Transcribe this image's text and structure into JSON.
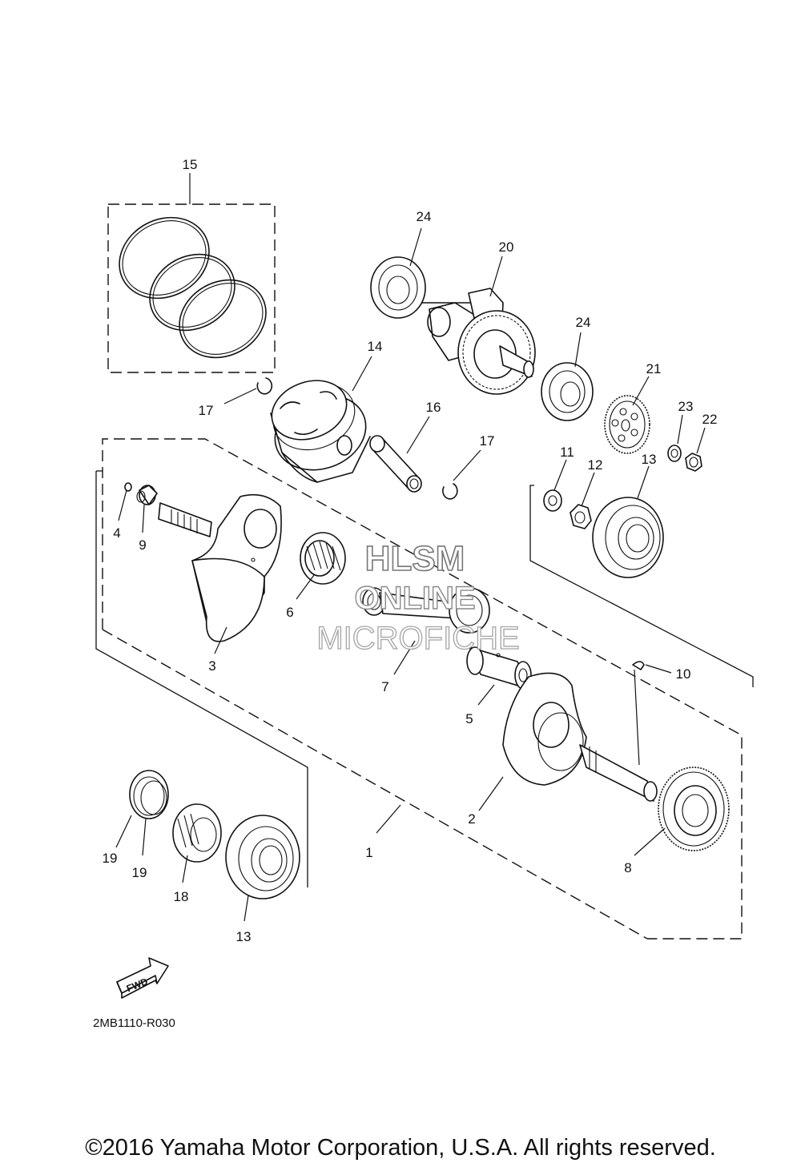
{
  "callouts": {
    "c1": "1",
    "c2": "2",
    "c3": "3",
    "c4": "4",
    "c5": "5",
    "c6": "6",
    "c7": "7",
    "c8": "8",
    "c9": "9",
    "c10": "10",
    "c11": "11",
    "c12": "12",
    "c13a": "13",
    "c13b": "13",
    "c14": "14",
    "c15": "15",
    "c16": "16",
    "c17a": "17",
    "c17b": "17",
    "c18": "18",
    "c19a": "19",
    "c19b": "19",
    "c20": "20",
    "c21": "21",
    "c22": "22",
    "c23": "23",
    "c24a": "24",
    "c24b": "24"
  },
  "watermark": {
    "line1": "HLSM",
    "line2": "ONLINE",
    "line3": "MICROFICHE"
  },
  "fwd_label": "FWD",
  "diagram_code": "2MB1110-R030",
  "copyright": "©2016 Yamaha Motor Corporation, U.S.A. All rights reserved."
}
